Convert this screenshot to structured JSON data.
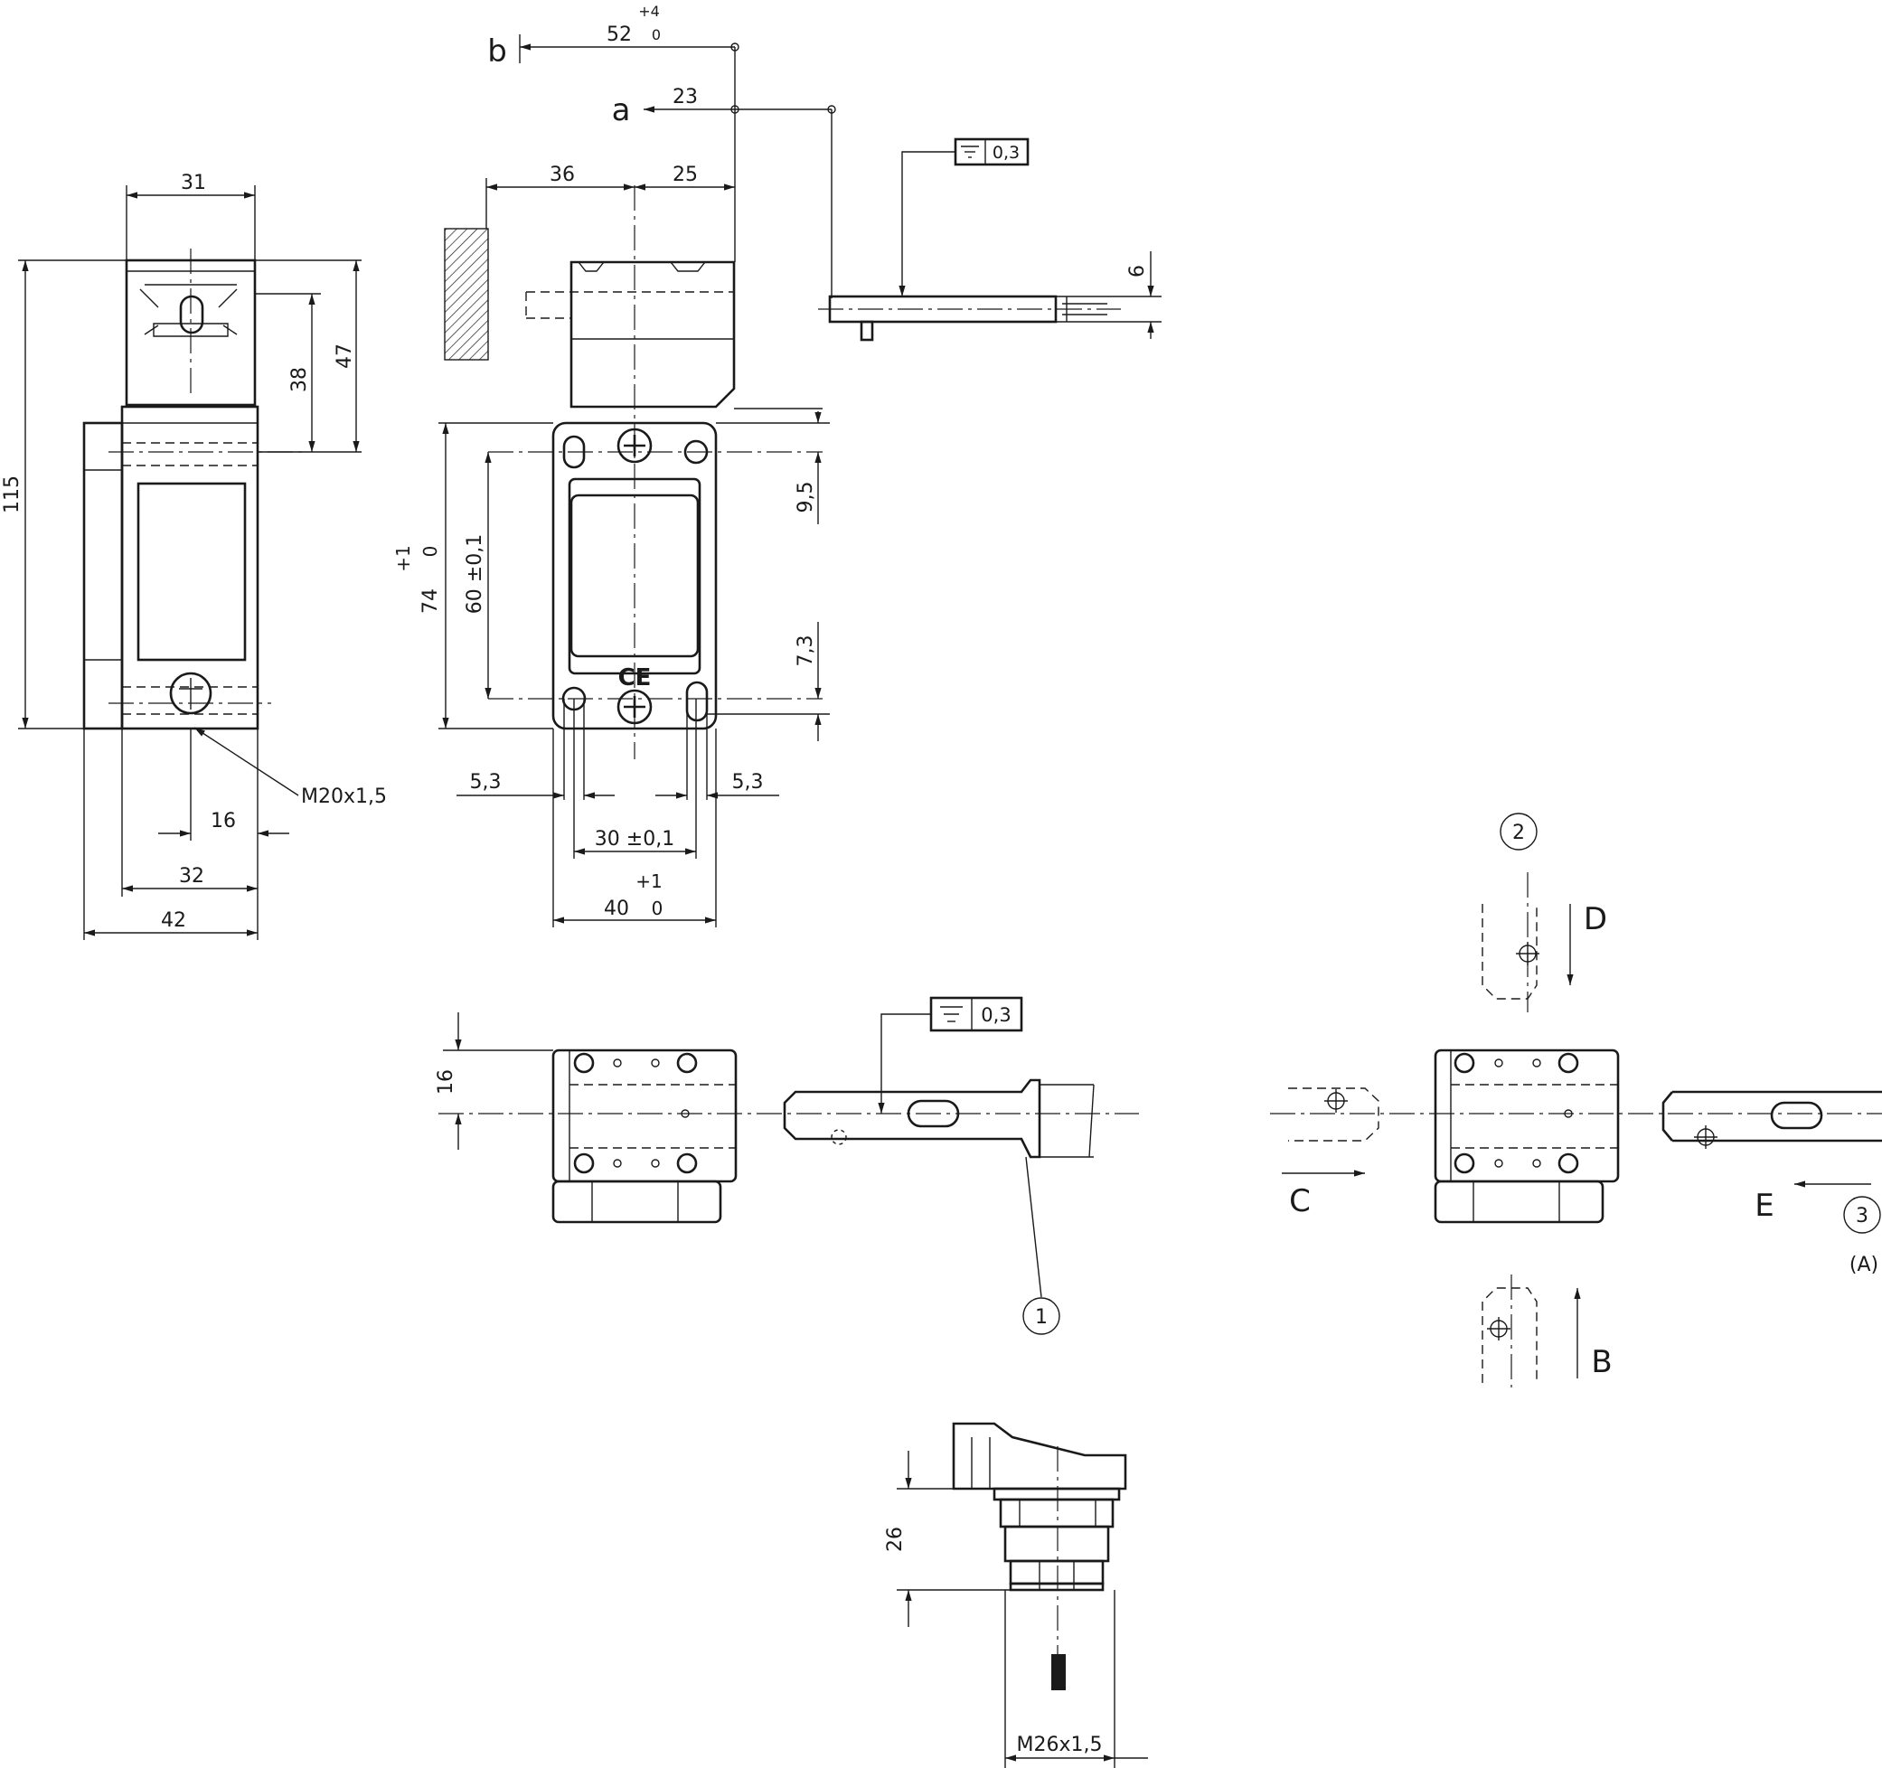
{
  "dims": {
    "d31": "31",
    "d115": "115",
    "d38": "38",
    "d47": "47",
    "m20": "M20x1,5",
    "d16": "16",
    "d32": "32",
    "d42": "42",
    "d52": "52",
    "d52_tol_up": "+4",
    "d52_tol_lo": "0",
    "d23": "23",
    "d36": "36",
    "d25": "25",
    "flat_box": "0,3",
    "d6": "6",
    "d74": "74",
    "d74_tol_up": "+1",
    "d74_tol_lo": "0",
    "d60": "60 ±0,1",
    "d9_5": "9,5",
    "d7_3": "7,3",
    "d5_3_left": "5,3",
    "d5_3_right": "5,3",
    "d30": "30 ±0,1",
    "d40": "40",
    "d40_tol_up": "+1",
    "d40_tol_lo": "0",
    "d16b": "16",
    "flat_box2": "0,3",
    "d26": "26",
    "m26": "M26x1,5"
  },
  "labels": {
    "a": "a",
    "b": "b",
    "B": "B",
    "C": "C",
    "D": "D",
    "E": "E",
    "A": "(A)",
    "n1": "1",
    "n2": "2",
    "n3": "3",
    "ce": "CE"
  }
}
